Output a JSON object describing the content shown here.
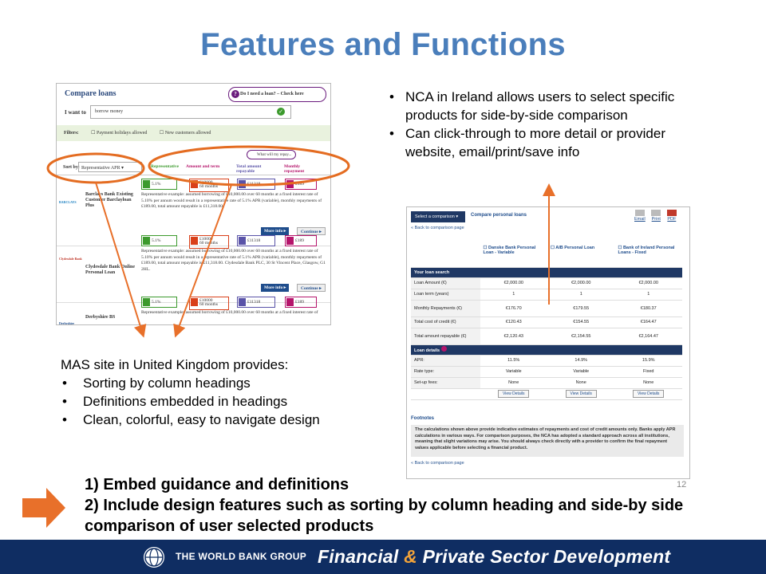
{
  "slide": {
    "title": "Features and Functions",
    "nca_bullets": [
      "NCA in Ireland allows users to select specific products for side-by-side comparison",
      "Can click-through to more detail or provider website, email/print/save info"
    ],
    "mas_heading": "MAS site in United Kingdom provides:",
    "mas_bullets": [
      "Sorting by column headings",
      "Definitions embedded in headings",
      "Clean, colorful, easy to navigate design"
    ],
    "summary_lines": [
      "1) Embed guidance and definitions",
      "2) Include design features such as sorting by column heading and side-by side comparison of user selected products"
    ],
    "slide_number": "12"
  },
  "footer": {
    "org": "THE WORLD BANK GROUP",
    "banner_part1": "Financial",
    "banner_amp": "&",
    "banner_part2": "Private Sector Development"
  },
  "colors": {
    "title": "#4a7ebb",
    "footer_bg": "#0f2d62",
    "arrow_orange": "#e8702a",
    "highlight_orange": "#e46c21"
  },
  "mas_screenshot": {
    "heading": "Compare loans",
    "help_link": "Do I need a loan? – Check here",
    "want_label": "I want to",
    "want_value": "borrow money",
    "filters_label": "Filters:",
    "filter_options": [
      "Payment holidays allowed",
      "New customers allowed"
    ],
    "sort_label": "Sort by:",
    "sort_value": "Representative APR ▾",
    "bubble": "What will my repay...",
    "columns": [
      "Representative",
      "Amount and term",
      "Total amount repayable",
      "Monthly repayment"
    ],
    "rows": [
      {
        "provider_logo": "BARCLAYS",
        "name": "Barclays Bank Existing Customer Barclayloan Plus",
        "apr": "5.1%",
        "amount": "£10000",
        "term": "60 months",
        "total": "£11318",
        "monthly": "£189",
        "description": "Representative example: assumed borrowing of £10,000.00 over 60 months at a fixed interest rate of 5.10% per annum would result in a representative rate of 5.1% APR (variable), monthly repayments of £189.00, total amount repayable is £11,318.00."
      },
      {
        "provider_logo": "Clydesdale Bank",
        "name": "Clydesdale Bank Online Personal Loan",
        "apr": "5.1%",
        "amount": "£10000",
        "term": "60 months",
        "total": "£11318",
        "monthly": "£189",
        "description": "Representative example: assumed borrowing of £10,000.00 over 60 months at a fixed interest rate of 5.10% per annum would result in a representative rate of 5.1% APR (variable), monthly repayments of £189.00, total amount repayable is £11,318.00. Clydesdale Bank PLC, 30 St Vincent Place, Glasgow, G1 2HL."
      },
      {
        "provider_logo": "Derbyshire",
        "name": "Derbyshire BS",
        "apr": "5.1%",
        "amount": "£10000",
        "term": "60 months",
        "total": "£11318",
        "monthly": "£189",
        "description": "Representative example: assumed borrowing of £10,000.00 over 60 months at a fixed interest rate of"
      }
    ],
    "more_info": "More info ▸",
    "continue": "Continue ▸"
  },
  "nca_screenshot": {
    "select_button": "Select a comparison ▾",
    "heading": "Compare personal loans",
    "back_link": "« Back to comparison page",
    "tools": [
      "Email",
      "Print",
      "PDF"
    ],
    "products": [
      "Danske Bank Personal Loan - Variable",
      "AIB Personal Loan",
      "Bank of Ireland Personal Loans - Fixed"
    ],
    "section1": "Your loan search",
    "rows1": [
      {
        "label": "Loan Amount (€)",
        "values": [
          "€2,000.00",
          "€2,000.00",
          "€2,000.00"
        ]
      },
      {
        "label": "Loan term (years)",
        "values": [
          "1",
          "1",
          "1"
        ]
      },
      {
        "label": "Monthly Repayments (€)",
        "values": [
          "€176.70",
          "€179.55",
          "€180.37"
        ]
      },
      {
        "label": "Total cost of credit (€)",
        "values": [
          "€120.43",
          "€154.55",
          "€164.47"
        ]
      },
      {
        "label": "Total amount repayable (€)",
        "values": [
          "€2,120.43",
          "€2,154.55",
          "€2,164.47"
        ]
      }
    ],
    "section2": "Loan details",
    "rows2": [
      {
        "label": "APR:",
        "values": [
          "11.5%",
          "14.9%",
          "15.9%"
        ]
      },
      {
        "label": "Rate type:",
        "values": [
          "Variable",
          "Variable",
          "Fixed"
        ]
      },
      {
        "label": "Set-up fees:",
        "values": [
          "None",
          "None",
          "None"
        ]
      }
    ],
    "view_details": "View Details",
    "footnotes_label": "Footnotes",
    "footnote": "The calculations shown above provide indicative estimates of repayments and cost of credit amounts only. Banks apply APR calculations in various ways. For comparison purposes, the NCA has adopted a standard approach across all institutions, meaning that slight variations may arise. You should always check directly with a provider to confirm the final repayment values applicable before selecting a financial product."
  }
}
